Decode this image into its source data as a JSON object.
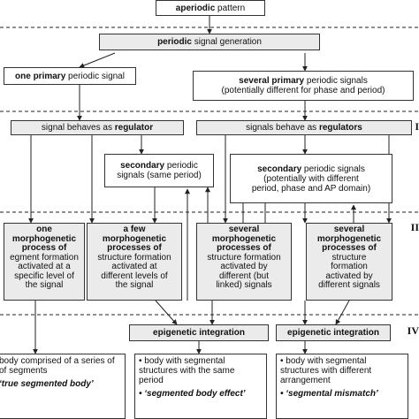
{
  "top": {
    "bold": "aperiodic",
    "rest": " pattern"
  },
  "periodic": {
    "bold": "periodic",
    "rest": " signal generation"
  },
  "one_primary": {
    "bold": "one primary",
    "rest": " periodic signal"
  },
  "several_primary": {
    "bold": "several primary",
    "rest": " periodic signals",
    "line2": "(potentially different for phase and period)"
  },
  "regulator_left": {
    "text": "signal behaves as ",
    "bold": "regulator"
  },
  "regulator_right": {
    "text": "signals behave as ",
    "bold": "regulators"
  },
  "secondary_left": {
    "bold": "secondary",
    "rest": " periodic",
    "line2": "signals (same period)"
  },
  "secondary_right": {
    "bold": "secondary",
    "rest": " periodic signals",
    "line2": "(potentially with different",
    "line3": "period, phase and AP domain)"
  },
  "processes": [
    {
      "head": [
        "one",
        "morphogenetic",
        "process of"
      ],
      "body": [
        "egment formation",
        "activated at a",
        "specific level of",
        "the signal"
      ]
    },
    {
      "head": [
        "a few",
        "morphogenetic",
        "processes of"
      ],
      "body": [
        "structure formation",
        "activated at",
        "different levels of",
        "the signal"
      ]
    },
    {
      "head": [
        "several",
        "morphogenetic",
        "processes of"
      ],
      "body": [
        "structure formation",
        "activated by",
        "different (but",
        "linked) signals"
      ]
    },
    {
      "head": [
        "several",
        "morphogenetic",
        "processes of"
      ],
      "body": [
        "structure",
        "formation",
        "activated by",
        "different signals"
      ]
    }
  ],
  "epigenetic_left": "epigenetic integration",
  "epigenetic_right": "epigenetic integration",
  "outcomes": [
    {
      "lines": [
        "body comprised of a series of",
        "of segments"
      ],
      "quote": "‘true segmented body’"
    },
    {
      "lines": [
        "• body with segmental",
        "structures with the same",
        "period"
      ],
      "quote": "• ‘segmented body effect’"
    },
    {
      "lines": [
        "• body with segmental",
        "structures with different",
        "arrangement"
      ],
      "quote": "• ‘segmental mismatch’"
    }
  ],
  "roman": [
    "I",
    "II",
    "IV"
  ]
}
